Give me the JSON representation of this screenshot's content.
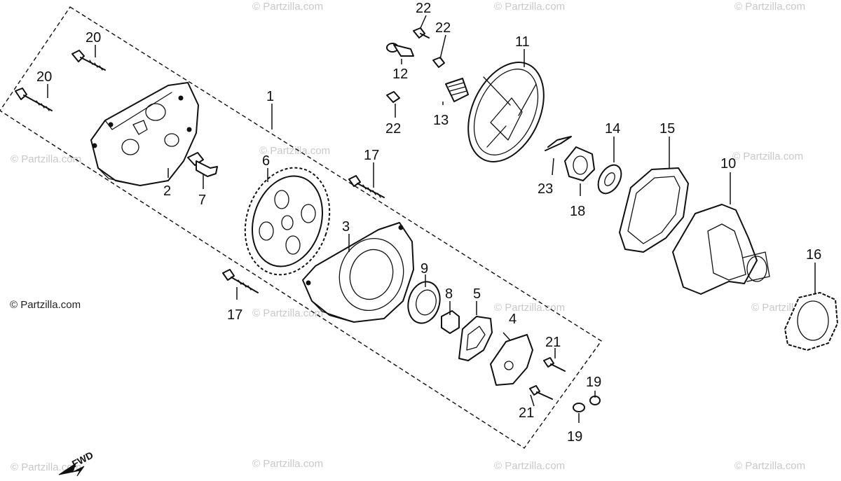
{
  "diagram": {
    "copyright": "© Partzilla.com",
    "watermark": "© Partzilla.com",
    "fwd_label": "FWD"
  },
  "callouts": {
    "p1": "1",
    "p2": "2",
    "p3": "3",
    "p4": "4",
    "p5": "5",
    "p6": "6",
    "p7": "7",
    "p8": "8",
    "p9": "9",
    "p10": "10",
    "p11": "11",
    "p12": "12",
    "p13": "13",
    "p14": "14",
    "p15": "15",
    "p16": "16",
    "p17a": "17",
    "p17b": "17",
    "p18": "18",
    "p19a": "19",
    "p19b": "19",
    "p20a": "20",
    "p20b": "20",
    "p21a": "21",
    "p21b": "21",
    "p22a": "22",
    "p22b": "22",
    "p22c": "22",
    "p23": "23"
  }
}
